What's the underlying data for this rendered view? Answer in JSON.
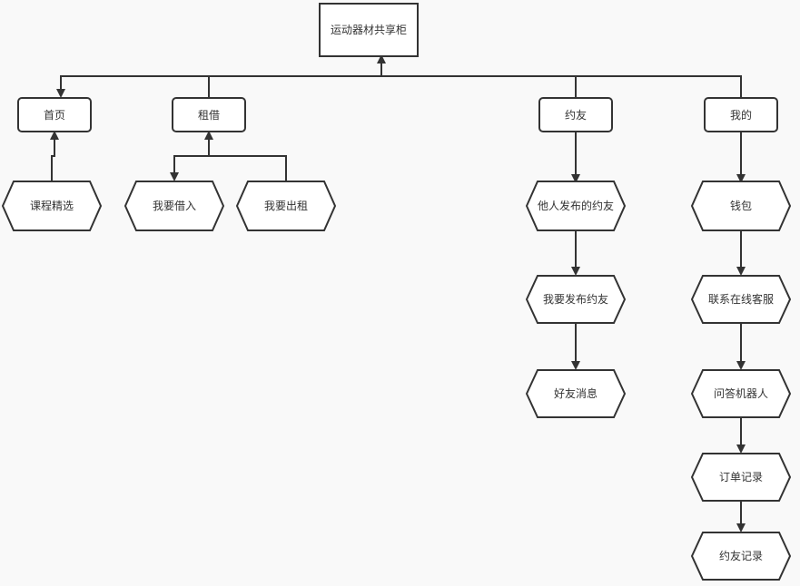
{
  "diagram": {
    "colors": {
      "stroke": "#333333",
      "fill": "#ffffff",
      "background": "#f9f9f9",
      "text": "#333333"
    },
    "root": {
      "label": "运动器材共享柜"
    },
    "categories": [
      {
        "id": "home",
        "label": "首页",
        "children": [
          "课程精选"
        ]
      },
      {
        "id": "rent",
        "label": "租借",
        "children": [
          "我要借入",
          "我要出租"
        ]
      },
      {
        "id": "friends",
        "label": "约友",
        "children": [
          "他人发布的约友",
          "我要发布约友",
          "好友消息"
        ]
      },
      {
        "id": "mine",
        "label": "我的",
        "children": [
          "钱包",
          "联系在线客服",
          "问答机器人",
          "订单记录",
          "约友记录"
        ]
      }
    ]
  }
}
